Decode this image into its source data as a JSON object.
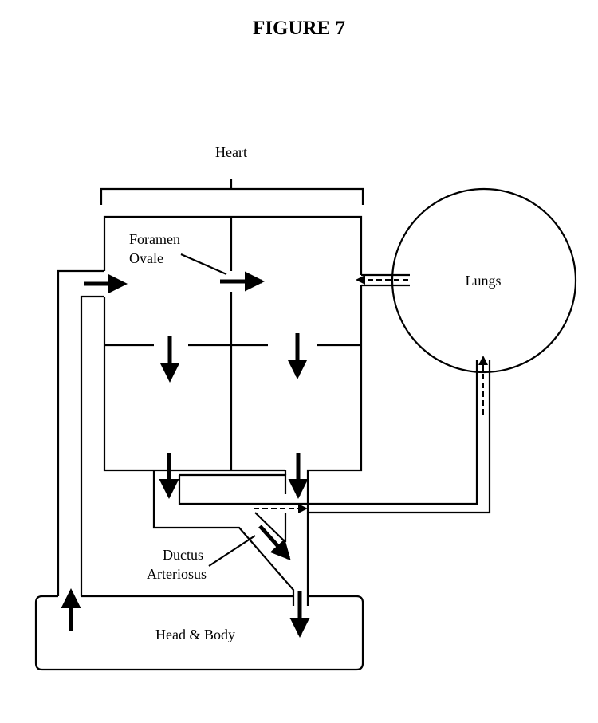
{
  "figure": {
    "title": "FIGURE 7"
  },
  "labels": {
    "heart": "Heart",
    "foramen_line1": "Foramen",
    "foramen_line2": "Ovale",
    "lungs": "Lungs",
    "ductus_line1": "Ductus",
    "ductus_line2": "Arteriosus",
    "head_body": "Head & Body"
  }
}
